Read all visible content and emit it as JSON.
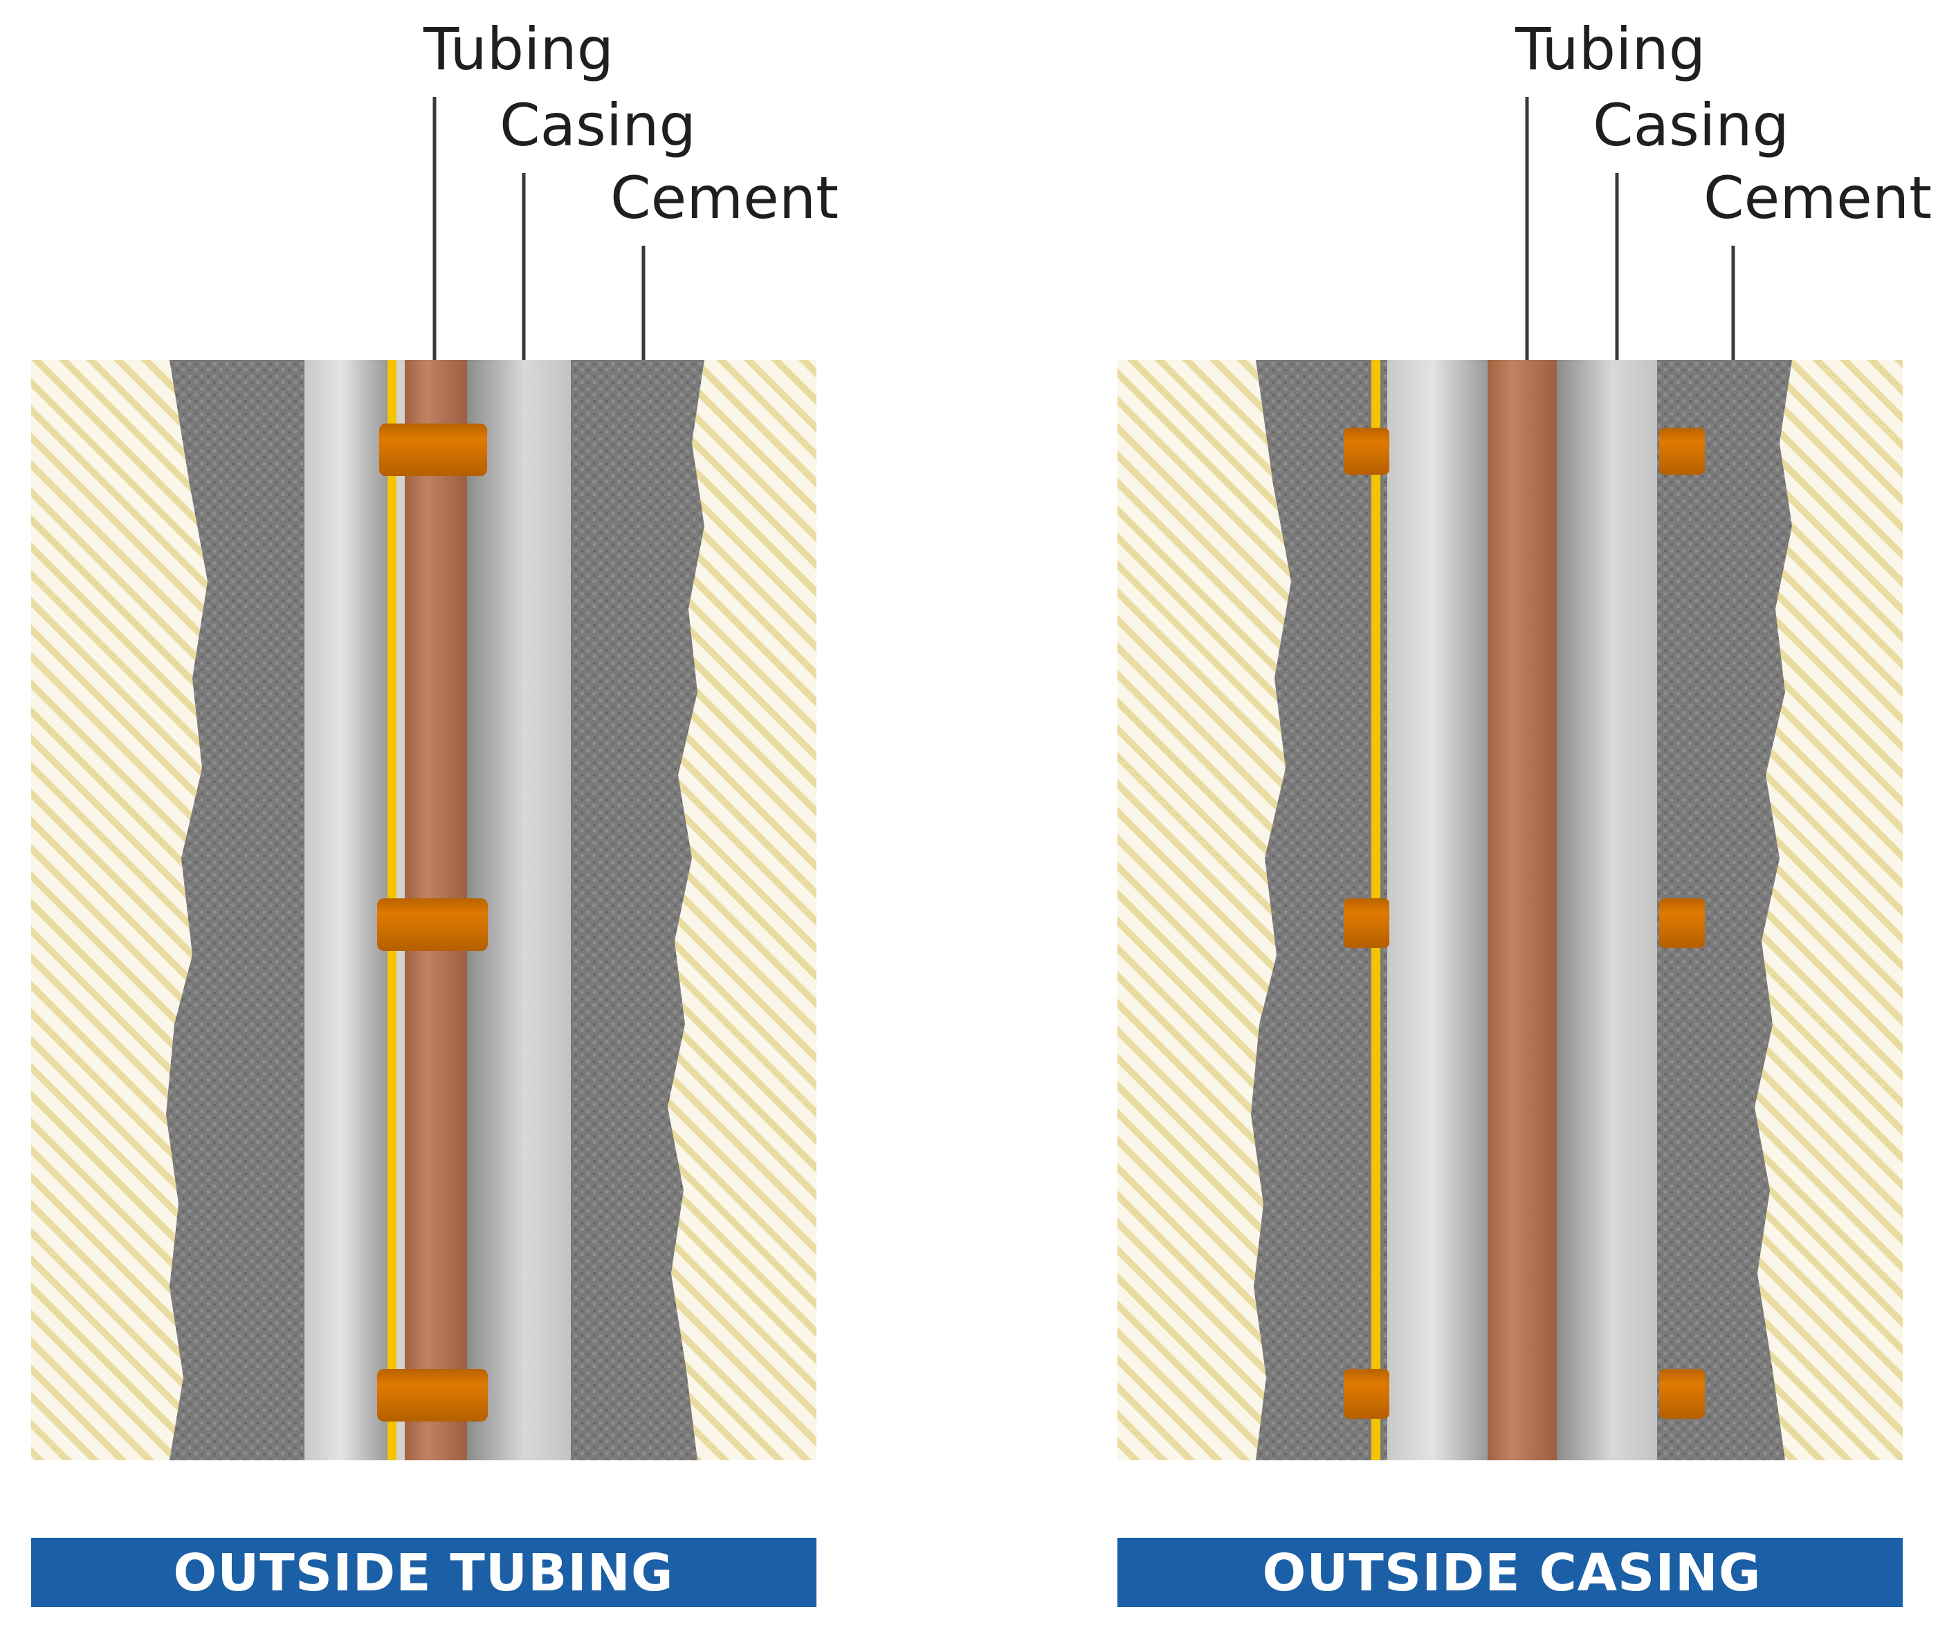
{
  "colors": {
    "formation_stripe": "#eadca0",
    "formation_bg": "#faf7ea",
    "cement": "#7d7d7d",
    "cement_dark": "#606060",
    "tubing": "#b8785a",
    "clamp": "#d07000",
    "cable": "#f4c400",
    "caption_bar": "#1b5fa6",
    "leader": "#3a3a3a"
  },
  "panels": [
    {
      "variant": "outside-tubing",
      "caption": "OUTSIDE TUBING",
      "labels": {
        "tubing": "Tubing",
        "casing": "Casing",
        "cement": "Cement"
      }
    },
    {
      "variant": "outside-casing",
      "caption": "OUTSIDE CASING",
      "labels": {
        "tubing": "Tubing",
        "casing": "Casing",
        "cement": "Cement"
      }
    }
  ]
}
